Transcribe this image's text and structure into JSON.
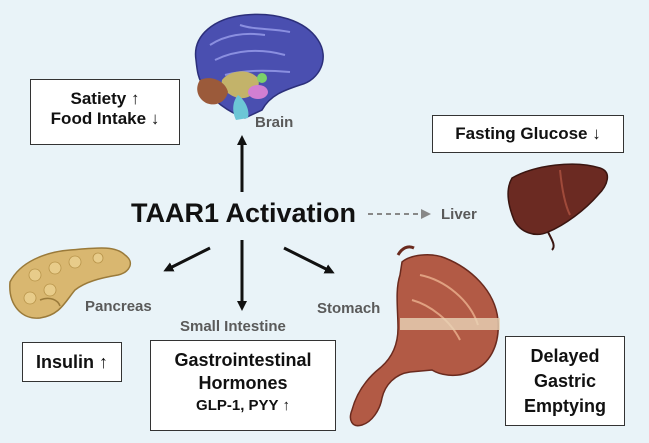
{
  "center": {
    "title": "TAAR1 Activation"
  },
  "organs": {
    "brain": "Brain",
    "liver": "Liver",
    "pancreas": "Pancreas",
    "small_intestine": "Small Intestine",
    "stomach": "Stomach"
  },
  "effects": {
    "brain_line1": "Satiety",
    "brain_line1_arrow": "↑",
    "brain_line2": "Food Intake",
    "brain_line2_arrow": "↓",
    "liver": "Fasting Glucose",
    "liver_arrow": "↓",
    "pancreas": "Insulin",
    "pancreas_arrow": "↑",
    "intestine_line1": "Gastrointestinal",
    "intestine_line2": "Hormones",
    "intestine_line3": "GLP-1, PYY",
    "intestine_line3_arrow": "↑",
    "stomach_line1": "Delayed",
    "stomach_line2": "Gastric",
    "stomach_line3": "Emptying"
  },
  "colors": {
    "background": "#e9f3f8",
    "brain": "#4a4fb0",
    "liver": "#6b2a22",
    "pancreas": "#d9b770",
    "stomach": "#b25a45",
    "arrow": "#111111",
    "dashed_arrow": "#888888"
  }
}
